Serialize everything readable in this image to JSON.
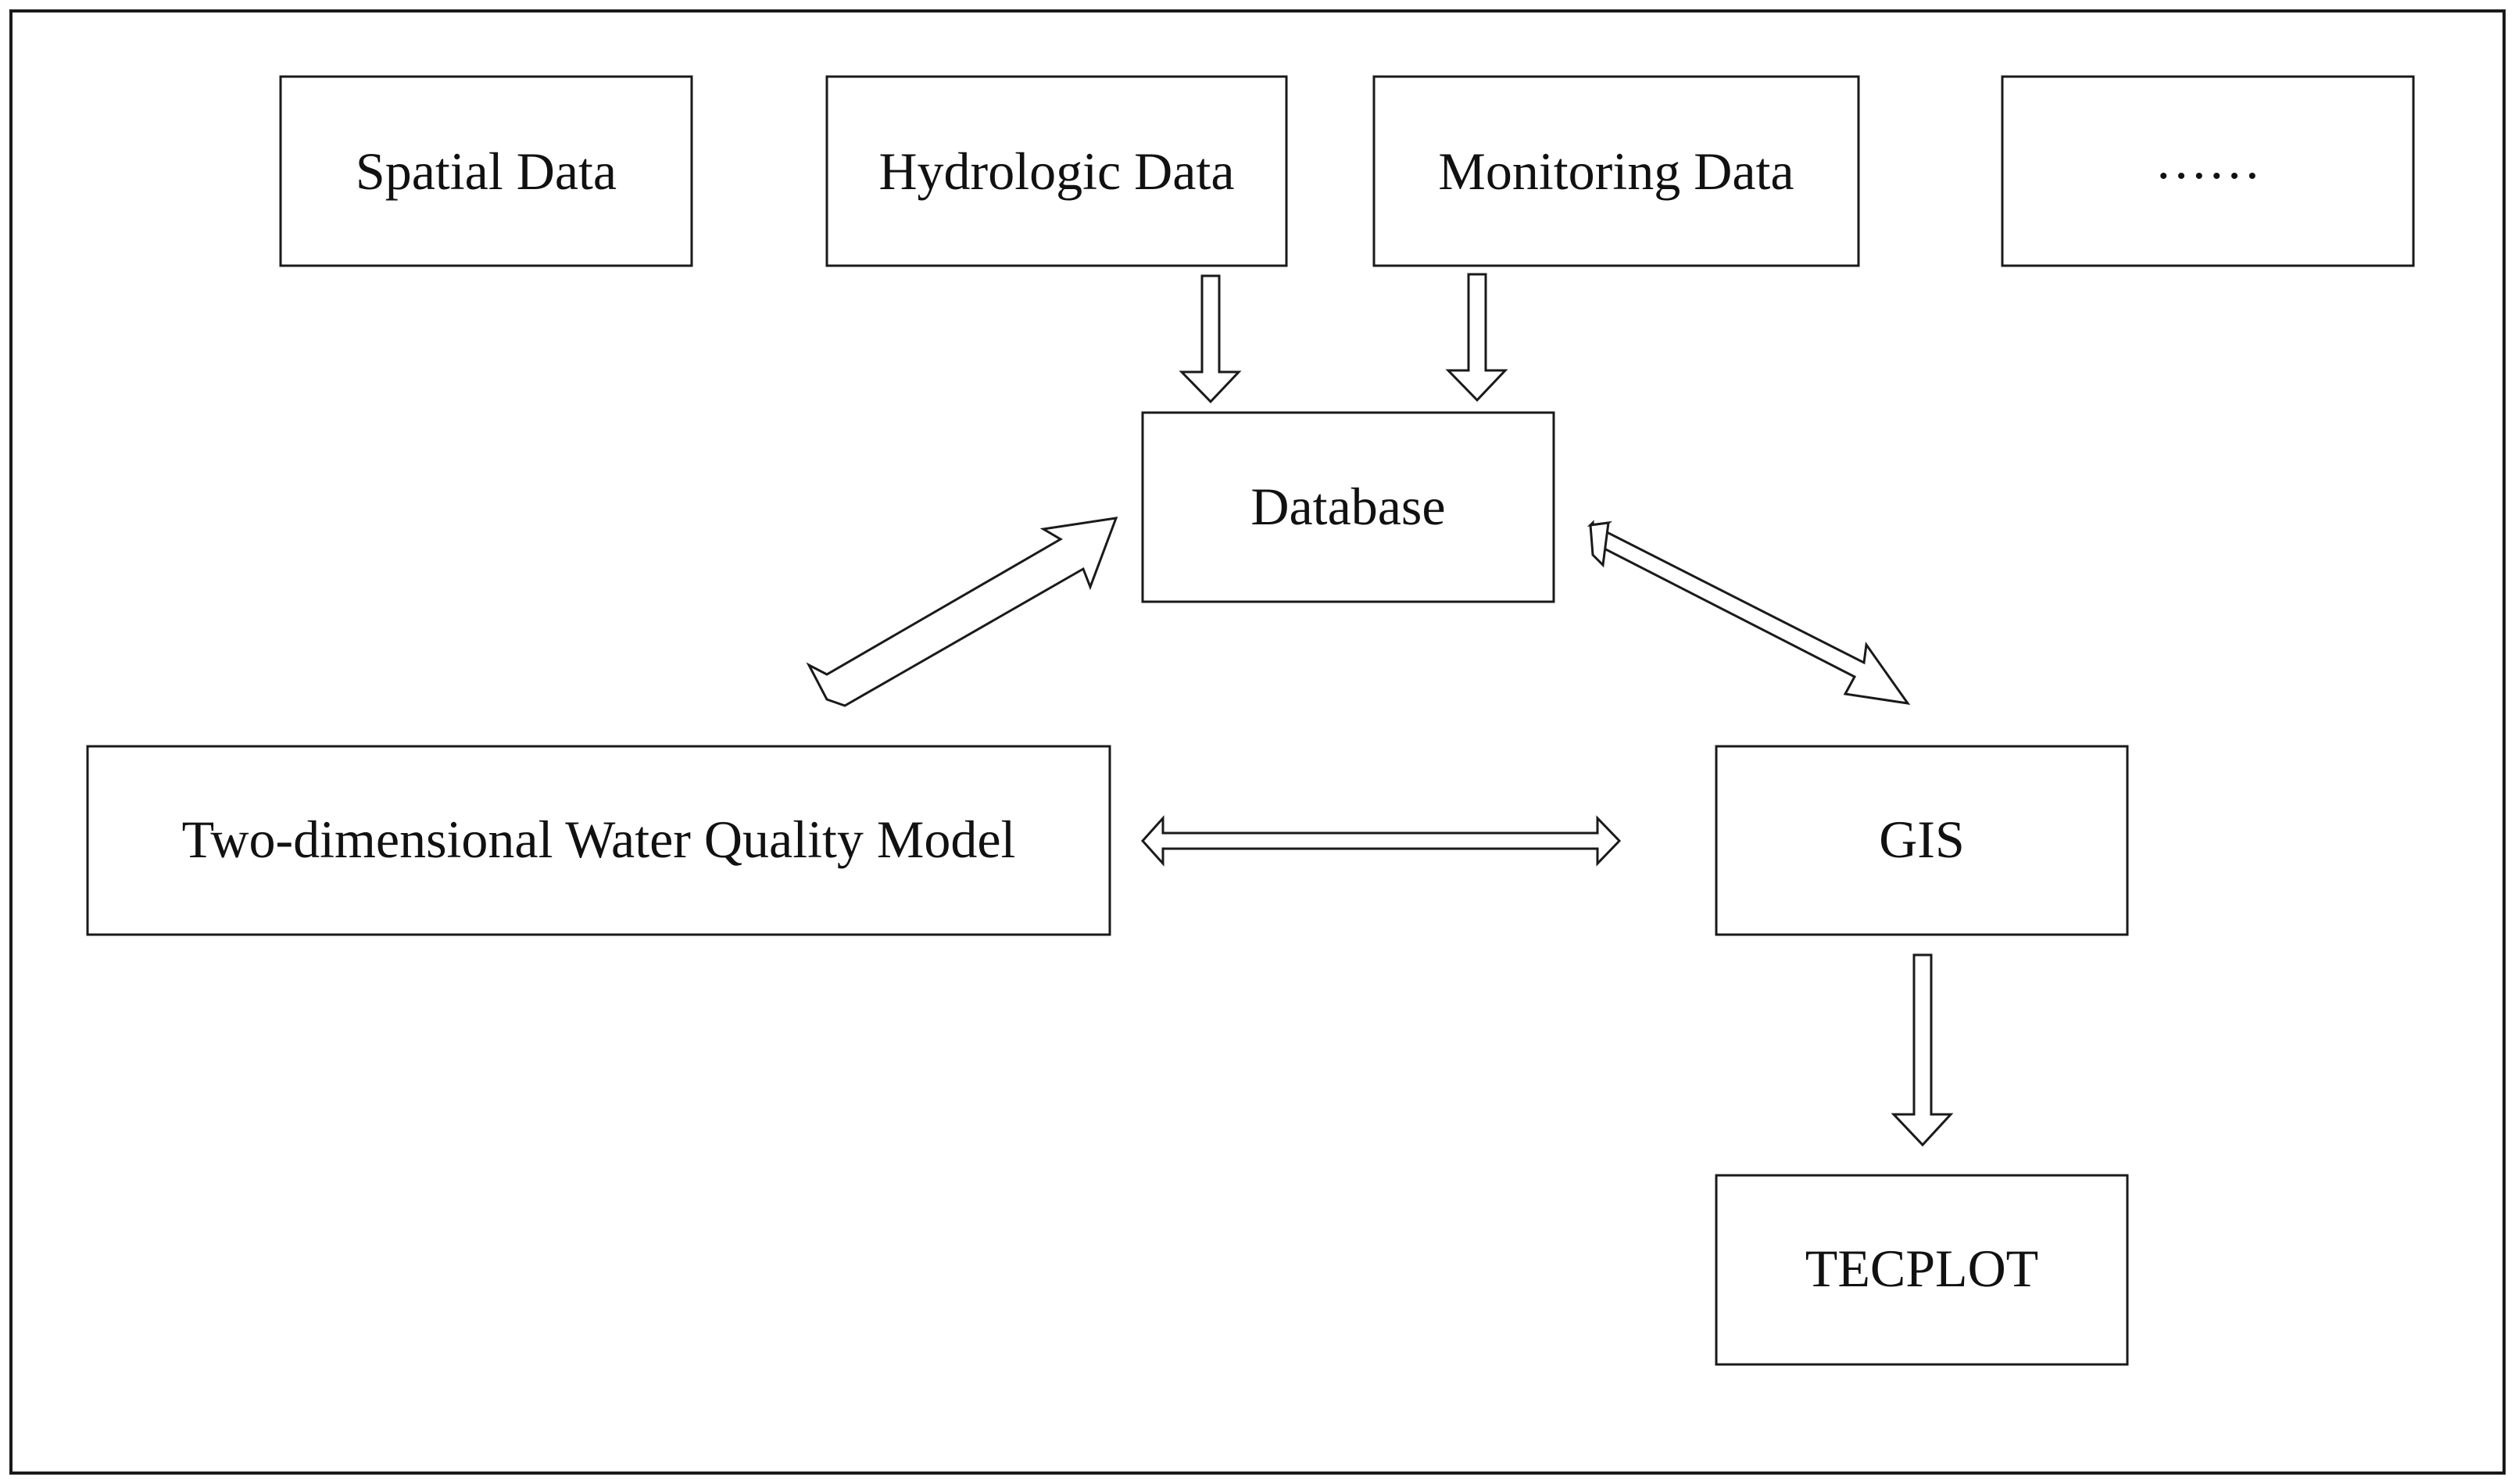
{
  "nodes": {
    "spatial_data": "Spatial Data",
    "hydrologic_data": "Hydrologic Data",
    "monitoring_data": "Monitoring Data",
    "more": "……",
    "database": "Database",
    "water_quality_model": "Two-dimensional Water Quality Model",
    "gis": "GIS",
    "tecplot": "TECPLOT"
  },
  "edges": [
    {
      "from": "Hydrologic Data",
      "to": "Database",
      "type": "one-way"
    },
    {
      "from": "Monitoring Data",
      "to": "Database",
      "type": "one-way"
    },
    {
      "from": "Database",
      "to": "Two-dimensional Water Quality Model",
      "type": "two-way"
    },
    {
      "from": "Database",
      "to": "GIS",
      "type": "two-way"
    },
    {
      "from": "Two-dimensional Water Quality Model",
      "to": "GIS",
      "type": "two-way"
    },
    {
      "from": "GIS",
      "to": "TECPLOT",
      "type": "one-way"
    }
  ]
}
